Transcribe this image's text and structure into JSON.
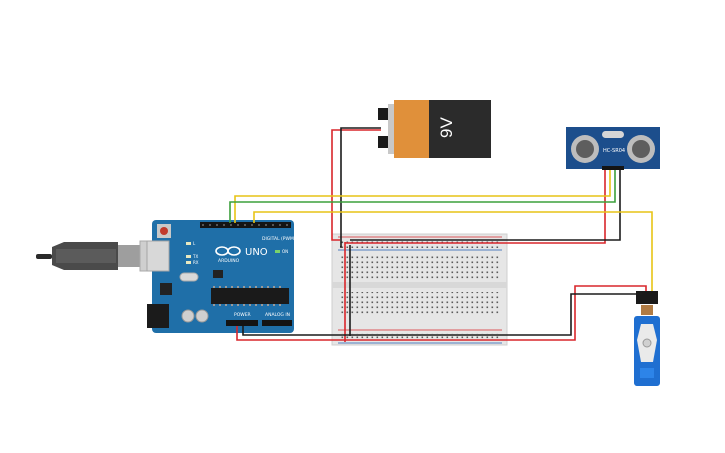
{
  "battery": {
    "label": "9V",
    "body_color": "#2b2b2b",
    "cap_color": "#e0903a"
  },
  "arduino": {
    "board_color": "#1f6fa8",
    "logo_text": "ARDUINO",
    "model": "UNO",
    "digital_label": "DIGITAL (PWM ~)",
    "power_label": "POWER",
    "analog_label": "ANALOG IN",
    "tx_label": "TX",
    "rx_label": "RX",
    "pin13_label": "L",
    "on_label": "ON"
  },
  "sensor": {
    "label": "HC-SR04",
    "board_color": "#1c4e8c"
  },
  "servo": {
    "body_color": "#1f6fd1"
  },
  "wire_colors": {
    "red": "#d9262b",
    "black": "#1c1c1c",
    "yellow": "#e7c416",
    "green": "#3ca03c"
  }
}
